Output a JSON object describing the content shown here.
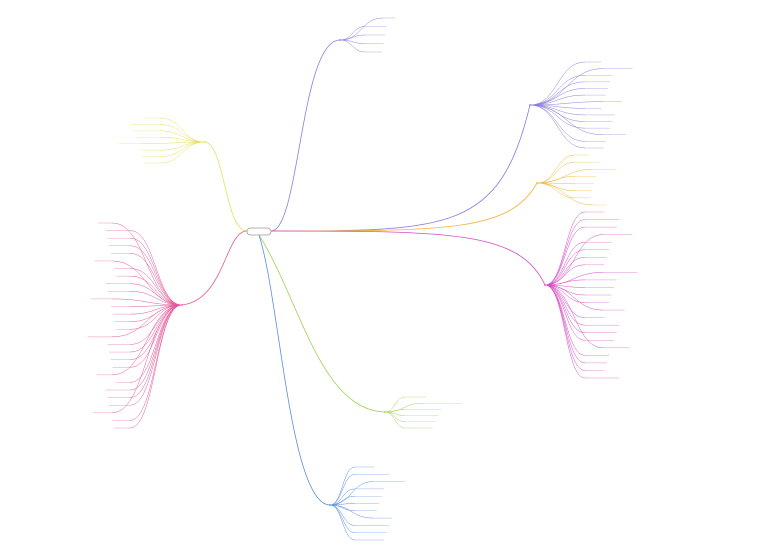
{
  "root": {
    "label": "",
    "icon": "mindmap-root"
  },
  "colors": {
    "violet": "#8c7de0",
    "orange": "#f2b63c",
    "magenta": "#d94ac3",
    "yellow": "#e6e05a",
    "pink": "#e3589a",
    "lime": "#9fd454",
    "blue": "#5a8ee0"
  },
  "branches": [
    {
      "name": "branch-top-violet",
      "color": "violet",
      "label": "",
      "leaves": [
        "",
        "",
        "",
        "",
        ""
      ]
    },
    {
      "name": "branch-right-violet",
      "color": "violet",
      "label": "",
      "leaves": [
        "",
        "",
        "",
        "",
        "",
        "",
        "",
        "",
        "",
        "",
        "",
        "",
        "",
        ""
      ]
    },
    {
      "name": "branch-right-orange",
      "color": "orange",
      "label": "",
      "leaves": [
        "",
        "",
        "",
        "",
        "",
        "",
        "",
        ""
      ]
    },
    {
      "name": "branch-right-magenta",
      "color": "magenta",
      "label": "",
      "leaves": [
        "",
        "",
        "",
        "",
        "",
        "",
        "",
        "",
        "",
        "",
        "",
        "",
        "",
        "",
        "",
        "",
        "",
        "",
        "",
        "",
        "",
        "",
        ""
      ]
    },
    {
      "name": "branch-left-yellow",
      "color": "yellow",
      "label": "",
      "leaves": [
        "",
        "",
        "",
        "",
        "",
        "",
        "",
        ""
      ]
    },
    {
      "name": "branch-left-pink",
      "color": "pink",
      "label": "",
      "leaves": [
        "",
        "",
        "",
        "",
        "",
        "",
        "",
        "",
        "",
        "",
        "",
        "",
        "",
        "",
        "",
        "",
        "",
        "",
        "",
        "",
        "",
        "",
        "",
        "",
        "",
        "",
        "",
        ""
      ]
    },
    {
      "name": "branch-bottom-lime",
      "color": "lime",
      "label": "",
      "leaves": [
        "",
        "",
        "",
        "",
        "",
        ""
      ]
    },
    {
      "name": "branch-bottom-blue",
      "color": "blue",
      "label": "",
      "leaves": [
        "",
        "",
        "",
        "",
        "",
        "",
        "",
        "",
        "",
        "",
        ""
      ]
    }
  ]
}
